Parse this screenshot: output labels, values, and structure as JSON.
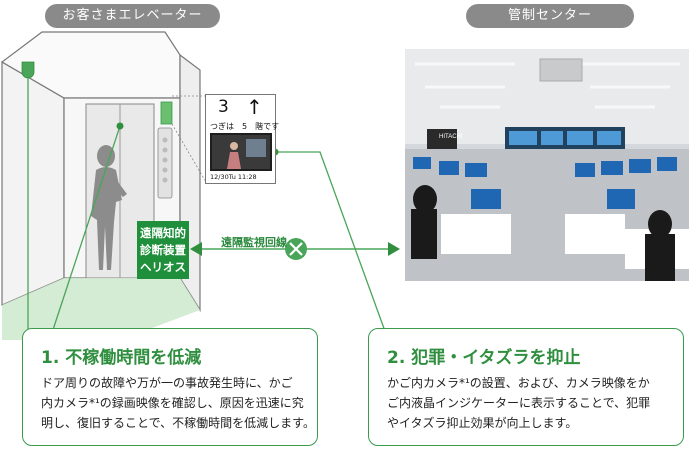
{
  "headers": {
    "elevator": "お客さまエレベーター",
    "control_center": "管制センター"
  },
  "device_label": [
    "遠隔知的",
    "診断装置",
    "ヘリオス"
  ],
  "monitoring_line": "遠隔監視回線",
  "indicator": {
    "floor": "3",
    "direction": "up-arrow-icon",
    "next_text": "つぎは　5　階です",
    "status_text": "12/30Tu 11:28"
  },
  "benefits": [
    {
      "title": "1. 不稼働時間を低減",
      "text": "ドア周りの故障や万が一の事故発生時に、かご\n内カメラ*¹の録画映像を確認し、原因を迅速に究\n明し、復旧することで、不稼働時間を低減します。"
    },
    {
      "title": "2. 犯罪・イタズラを抑止",
      "text": "かご内カメラ*¹の設置、および、カメラ映像をか\nご内液晶インジケーターに表示することで、犯罪\nやイタズラ抑止効果が向上します。"
    }
  ],
  "photo_brand": "HITACHI",
  "colors": {
    "accent": "#2f8f3f",
    "header_pill": "#8a8a8a"
  }
}
